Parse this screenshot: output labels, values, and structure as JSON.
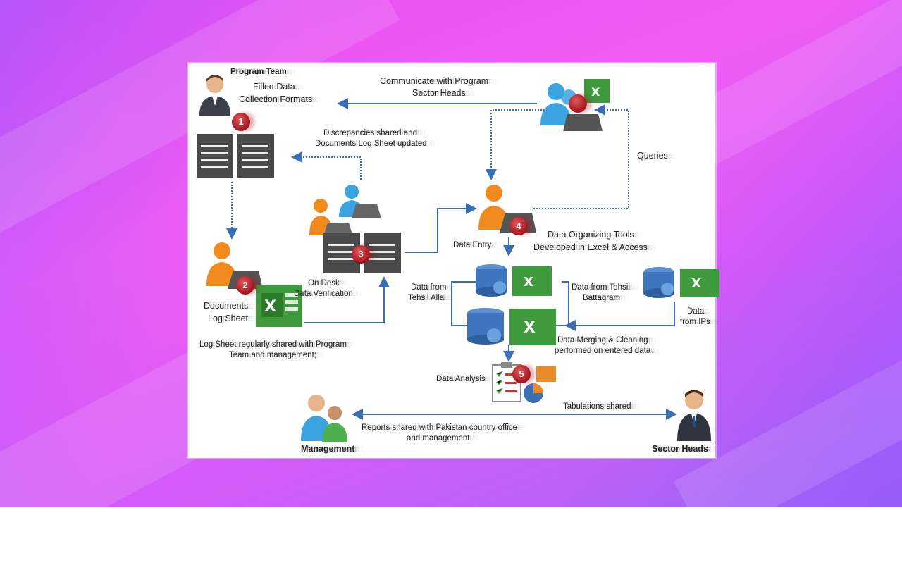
{
  "labels": {
    "program_team": "Program Team",
    "filled_data_1": "Filled Data",
    "filled_data_2": "Collection Formats",
    "communicate_1": "Communicate with Program",
    "communicate_2": "Sector Heads",
    "discrepancies_1": "Discrepancies shared and",
    "discrepancies_2": "Documents  Log Sheet  updated",
    "queries": "Queries",
    "data_entry": "Data Entry",
    "tools_1": "Data Organizing Tools",
    "tools_2": "Developed in Excel & Access",
    "on_desk_1": "On Desk",
    "on_desk_2": "Data Verification",
    "documents_1": "Documents",
    "documents_2": "Log Sheet",
    "allai_1": "Data from",
    "allai_2": "Tehsil Allai",
    "battagram_1": "Data from Tehsil",
    "battagram_2": "Battagram",
    "ips_1": "Data",
    "ips_2": "from IPs",
    "merging_1": "Data Merging & Cleaning",
    "merging_2": "performed  on  entered data",
    "log_shared_1": "Log Sheet  regularly shared with Program",
    "log_shared_2": "Team and management;",
    "analysis": "Data Analysis",
    "tabulations": "Tabulations shared",
    "reports_1": "Reports shared with Pakistan country office",
    "reports_2": "and  management",
    "management": "Management",
    "sector_heads": "Sector Heads"
  },
  "badges": [
    "1",
    "2",
    "3",
    "4",
    "5"
  ],
  "icons": {
    "program_team": "person-icon",
    "forms": "documents-icon",
    "laptop_user": "laptop-user-icon",
    "excel": "excel-icon",
    "database": "database-icon",
    "analysis": "clipboard-chart-icon",
    "management": "people-icon",
    "sector_heads": "businessman-icon"
  },
  "colors": {
    "arrow": "#3a6fb5",
    "badge": "#b0202a",
    "excel": "#3f9a3e",
    "person_orange": "#f08a1c",
    "person_blue": "#3aa3e0",
    "background_pink": "#ea55f3",
    "background_purple": "#a06af2"
  }
}
